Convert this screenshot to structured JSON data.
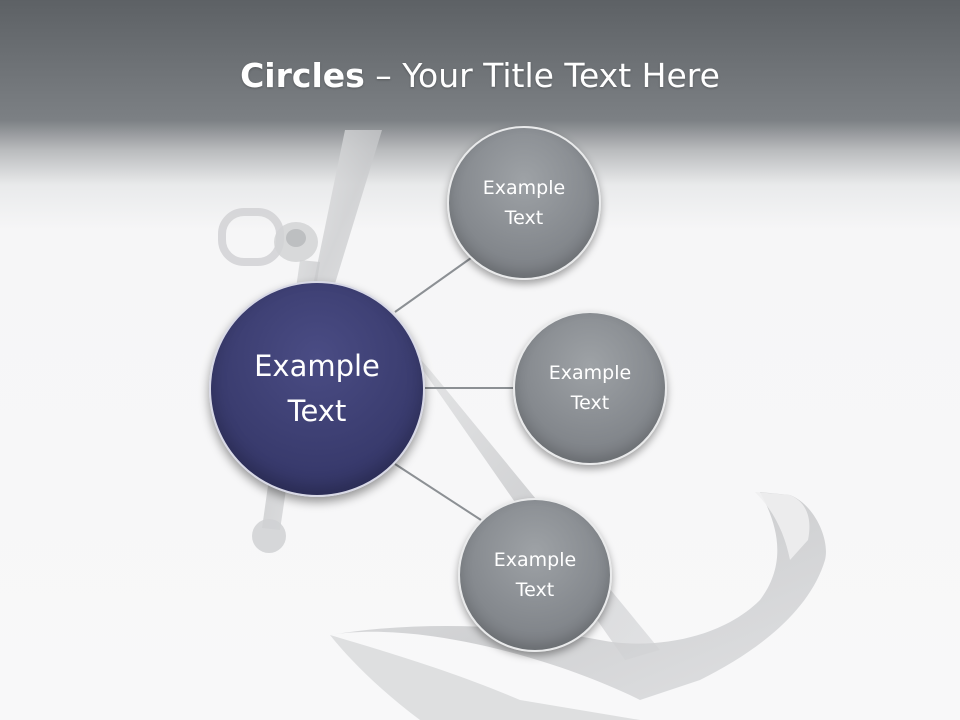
{
  "title": {
    "bold": "Circles",
    "rest": " – Your Title Text Here"
  },
  "main_circle": {
    "text": "Example Text"
  },
  "satellites": [
    {
      "text": "Example Text"
    },
    {
      "text": "Example Text"
    },
    {
      "text": "Example Text"
    }
  ],
  "colors": {
    "header": "#6e7276",
    "main_circle": "#3b3d70",
    "satellite_circle": "#868a8f",
    "connector": "#8c9094",
    "text": "#ffffff"
  },
  "background_image": {
    "subject": "anchor"
  }
}
